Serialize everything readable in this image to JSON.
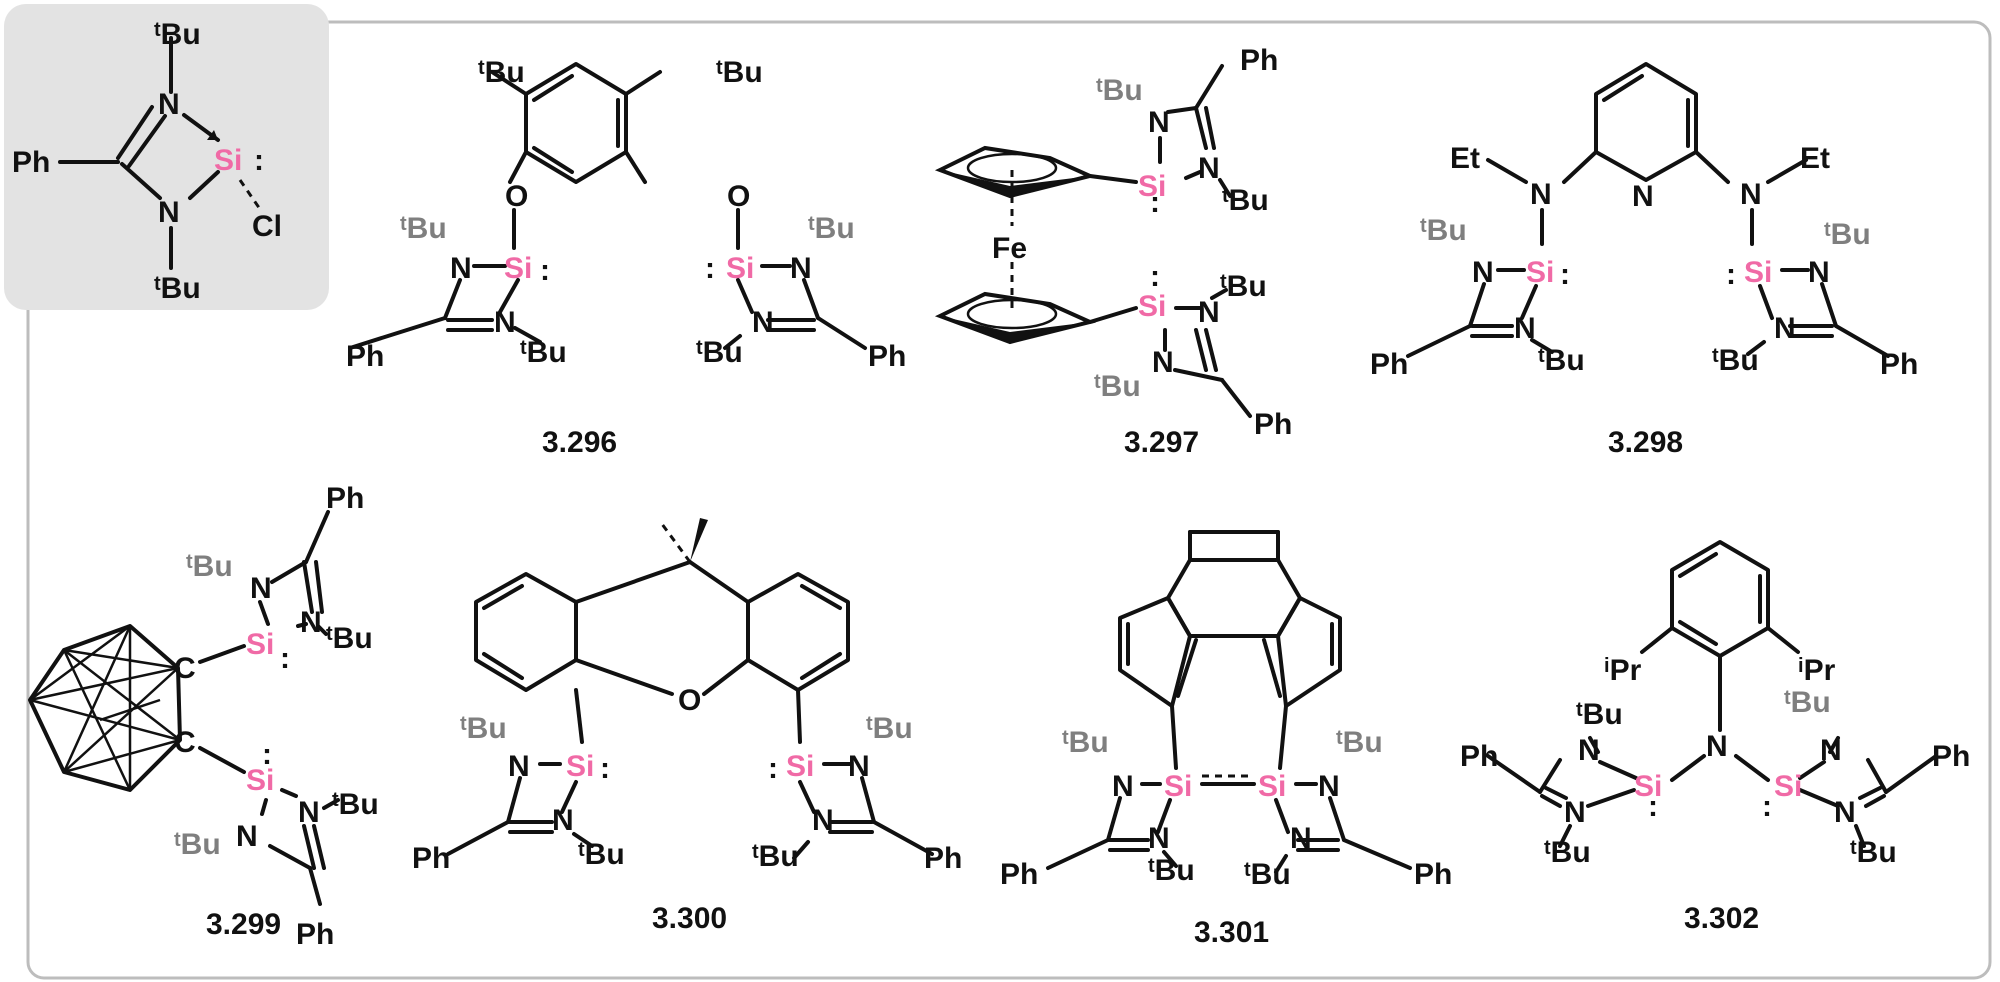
{
  "compound_ids": {
    "c296": "3.296",
    "c297": "3.297",
    "c298": "3.298",
    "c299": "3.299",
    "c300": "3.300",
    "c301": "3.301",
    "c302": "3.302"
  },
  "atoms": {
    "N": "N",
    "Si": "Si",
    "Cl": "Cl",
    "O": "O",
    "C": "C",
    "Fe": "Fe",
    "Ph": "Ph",
    "Et": "Et",
    "Bu": "Bu",
    "Pr": "Pr",
    "t": "t",
    "i": "i"
  },
  "colors": {
    "silicon": "#f06aa6",
    "secondary_substituent": "#7f7f7f",
    "highlight_box": "#e3e3e3",
    "frame": "#bdbdbd"
  }
}
